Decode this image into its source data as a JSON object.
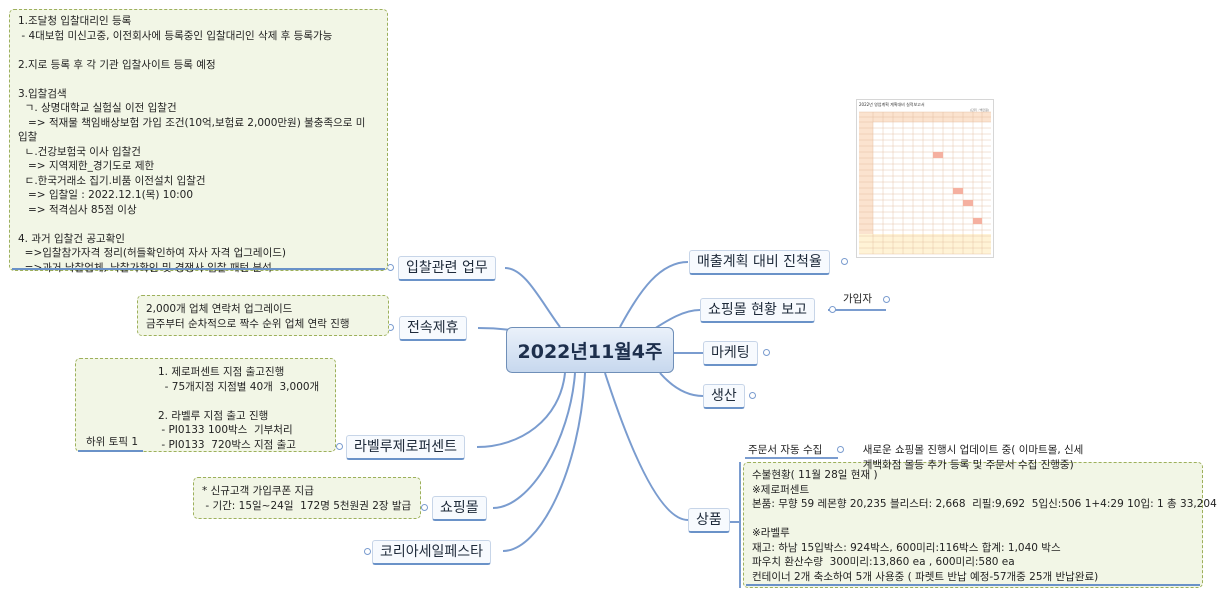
{
  "central": {
    "title": "2022년11월4주"
  },
  "topics": {
    "bid": "입찰관련 업무",
    "partner": "전속제휴",
    "label": "라벨루제로퍼센트",
    "mall": "쇼핑몰",
    "korea": "코리아세일페스타",
    "sales": "매출계획 대비 진척율",
    "mall_report": "쇼핑몰 현황 보고",
    "marketing": "마케팅",
    "production": "생산",
    "product": "상품"
  },
  "subtopics": {
    "subscriber": "가입자",
    "order_collect": "주문서 자동 수집",
    "sub_topic1": "하위 토픽 1"
  },
  "notes": {
    "bid": [
      "1.조달청 입찰대리인 등록",
      " - 4대보험 미신고중, 이전회사에 등록중인 입찰대리인 삭제 후 등록가능",
      "",
      "2.지로 등록 후 각 기관 입찰사이트 등록 예정",
      "",
      "3.입찰검색",
      "  ㄱ. 상명대학교 실험실 이전 입찰건",
      "   => 적재물 책임배상보험 가입 조건(10억,보험료 2,000만원) 불충족으로 미",
      "입찰",
      "  ㄴ.건강보험국 이사 입찰건",
      "   => 지역제한_경기도로 제한",
      "  ㄷ.한국거래소 집기.비품 이전설치 입찰건",
      "   => 입찰일 : 2022.12.1(목) 10:00",
      "   => 적격심사 85점 이상",
      "",
      "4. 과거 입찰건 공고확인",
      "  =>입찰참가자격 정리(허들확인하여 자사 자격 업그레이드)",
      "  =>과거 낙찰업체, 낙찰가확인 및 경쟁사 입찰 패턴 분석"
    ],
    "partner": [
      "2,000개 업체 연락처 업그레이드",
      "금주부터 순차적으로 짝수 순위 업체 연락 진행"
    ],
    "label": [
      "1. 제로퍼센트 지점 출고진행",
      "  - 75개지점 지점별 40개  3,000개",
      "",
      "2. 라벨루 지점 출고 진행",
      " - PI0133 100박스  기부처리",
      " - PI0133  720박스 지점 출고"
    ],
    "mall": [
      "* 신규고객 가입쿠폰 지급",
      " - 기간: 15일~24일  172명 5천원권 2장 발급"
    ],
    "order_collect": [
      "새로운 쇼핑몰 진행시 업데이트 중( 이마트몰, 신세",
      "계백화점 몰등 추가 등록 및 주문서 수집 진행중)"
    ],
    "product": [
      "수불현황( 11월 28일 현재 )",
      "※제로퍼센트",
      "본품: 무향 59 레몬향 20,235 블리스터: 2,668  리필:9,692  5입신:506 1+4:29 10입: 1 총 33,204",
      "",
      "※라벨루",
      "재고: 하남 15입박스: 924박스, 600미리:116박스 합계: 1,040 박스",
      "파우치 환산수량  300미리:13,860 ea , 600미리:580 ea",
      "컨테이너 2개 축소하여 5개 사용중 ( 파렛트 반납 예정-57개중 25개 반납완료)"
    ]
  },
  "sales_table": {
    "title": "2022년 영업계획 계획대비 실적보고서",
    "subtitle": "(단위 : 백만원)"
  }
}
